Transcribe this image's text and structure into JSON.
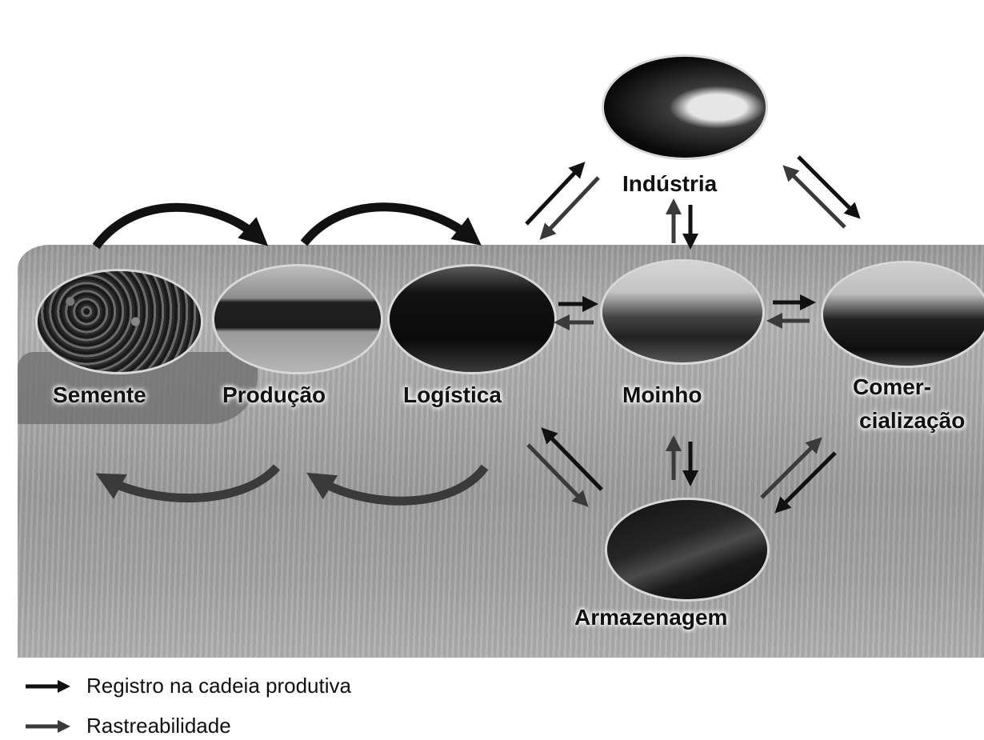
{
  "nodes": {
    "semente": "Semente",
    "producao": "Produção",
    "logistica": "Logística",
    "moinho": "Moinho",
    "industria": "Indústria",
    "comercializacao_line1": "Comer-",
    "comercializacao_line2": "cialização",
    "armazenagem": "Armazenagem"
  },
  "legend": {
    "registro": "Registro na cadeia produtiva",
    "rastreabilidade": "Rastreabilidade"
  },
  "colors": {
    "registro_arrow": "#111111",
    "rastreabilidade_arrow": "#3a3a3a"
  },
  "icons": {
    "registro": "arrow-right-icon",
    "rastreabilidade": "arrow-right-icon"
  }
}
